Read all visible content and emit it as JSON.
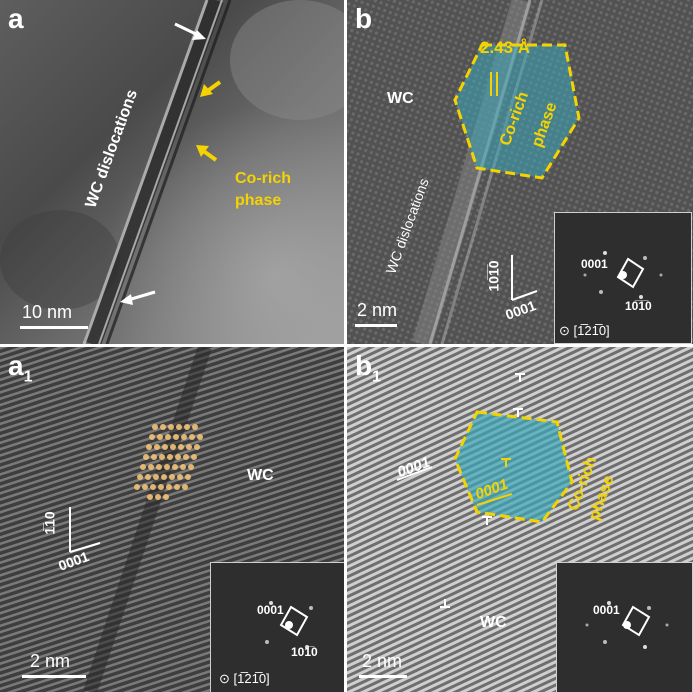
{
  "panels": {
    "a": {
      "label": "a",
      "dislocation_label": "WC dislocations",
      "phase_label_line1": "Co-rich",
      "phase_label_line2": "phase",
      "scale": "10 nm"
    },
    "b": {
      "label": "b",
      "spacing": "2.43 Å",
      "wc": "WC",
      "phase_label_line1": "Co-rich",
      "phase_label_line2": "phase",
      "dislocation_label": "WC dislocations",
      "dir1": "10̅1̅0",
      "dir2": "0001",
      "scale": "2 nm",
      "inset_0001": "0001",
      "inset_1010": "10̅1̅0",
      "zone": "[1̅21̅0]"
    },
    "a1": {
      "label": "a",
      "sub": "1",
      "wc": "WC",
      "dir1": "1̅10",
      "dir2": "0001",
      "scale": "2 nm",
      "inset_0001": "0001",
      "inset_1010": "101̅0",
      "zone": "[1̅21̅0]"
    },
    "b1": {
      "label": "b",
      "sub": "1",
      "dir_top": "0001",
      "dir_inner": "0001",
      "phase_label_line1": "Co-rich",
      "phase_label_line2": "phase",
      "wc": "WC",
      "scale": "2 nm",
      "inset_0001": "0001"
    }
  },
  "colors": {
    "accent_yellow": "#f5d300",
    "phase_fill": "#3aa6b9"
  }
}
